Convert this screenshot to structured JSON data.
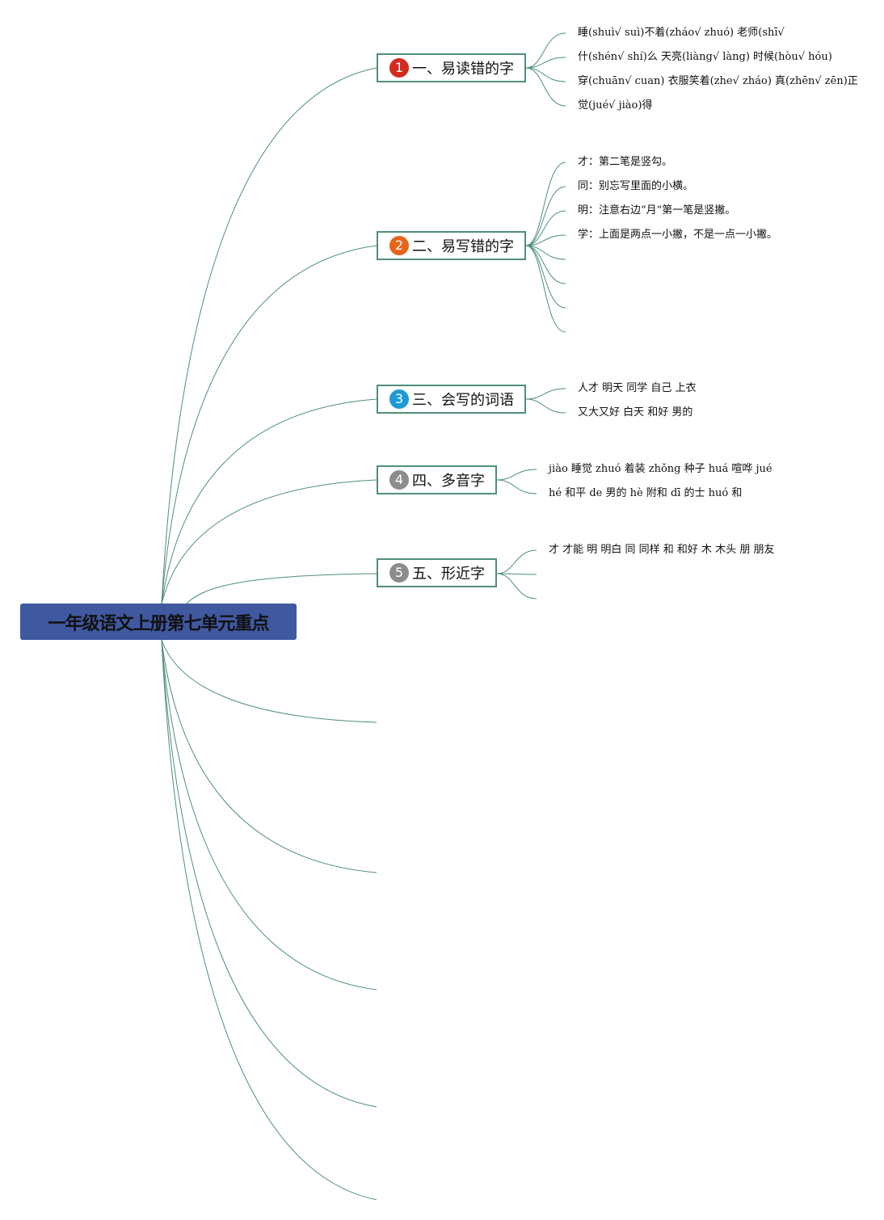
{
  "root": {
    "title": "一年级语文上册第七单元重点"
  },
  "colors": {
    "root_fill": "#3f58a0",
    "line": "#4f8f75",
    "badges": [
      "#d42b1e",
      "#e8641b",
      "#1f9ad6",
      "#8c8c8c",
      "#8c8c8c"
    ]
  },
  "branches": [
    {
      "number": "1",
      "label": "一、易读错的字",
      "leaves": [
        "睡(shuì√ suì)不着(zháo√ zhuó) 老师(shī√",
        "什(shén√ shí)么 天亮(liàng√ làng) 时候(hòu√ hóu)",
        "穿(chuān√ cuan) 衣服笑着(zhe√ zháo) 真(zhēn√ zēn)正",
        "觉(jué√ jiào)得"
      ]
    },
    {
      "number": "2",
      "label": "二、易写错的字",
      "leaves": [
        "才：第二笔是竖勾。",
        "同：别忘写里面的小横。",
        "明：注意右边“月”第一笔是竖撇。",
        "学：上面是两点一小撇，不是一点一小撇。"
      ]
    },
    {
      "number": "3",
      "label": "三、会写的词语",
      "leaves": [
        "人才 明天 同学 自己 上衣",
        "又大又好 白天 和好 男的"
      ]
    },
    {
      "number": "4",
      "label": "四、多音字",
      "leaves": [
        "jiào 睡觉 zhuó 着装 zhǒng 种子 huá 喧哗 jué",
        "hé 和平 de 男的 hè 附和 dī 的士 huó 和"
      ]
    },
    {
      "number": "5",
      "label": "五、形近字",
      "leaves": [
        "才 才能 明 明白 同 同样 和 和好 木 木头 朋 朋友"
      ]
    }
  ]
}
